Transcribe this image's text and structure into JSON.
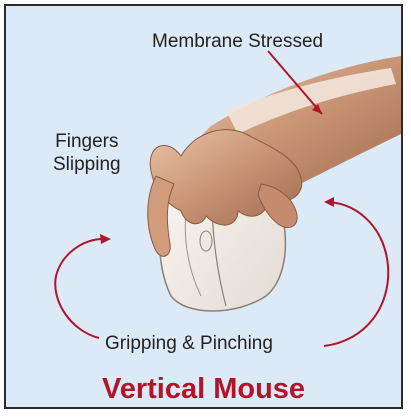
{
  "labels": {
    "membrane": "Membrane Stressed",
    "fingers_line1": "Fingers",
    "fingers_line2": "Slipping",
    "gripping": "Gripping & Pinching"
  },
  "caption": "Vertical Mouse",
  "colors": {
    "background": "#dce9f7",
    "border": "#2a2a2a",
    "arrow": "#b0152a",
    "caption": "#b0152a",
    "text": "#222222"
  }
}
